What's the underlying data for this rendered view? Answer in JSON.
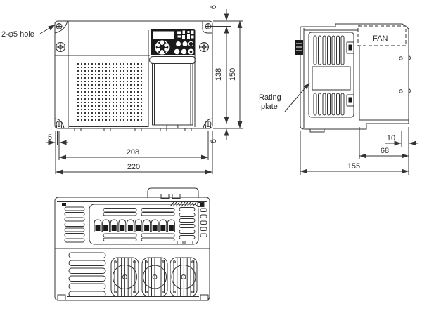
{
  "labels": {
    "hole_callout": "2-φ5 hole",
    "rating_plate_line1": "Rating",
    "rating_plate_line2": "plate",
    "fan": "FAN"
  },
  "front_view": {
    "dims": {
      "top_hole_offset": "6",
      "hole_pitch_vertical": "138",
      "overall_height": "150",
      "bottom_hole_offset": "6",
      "left_hole_offset": "5",
      "hole_pitch_horizontal": "208",
      "overall_width": "220"
    }
  },
  "side_view": {
    "dims": {
      "back_step_depth": "10",
      "heatsink_depth": "68",
      "overall_depth": "155"
    }
  },
  "colors": {
    "line": "#333333",
    "panel_dark": "#1a1a1a",
    "background": "#ffffff"
  }
}
